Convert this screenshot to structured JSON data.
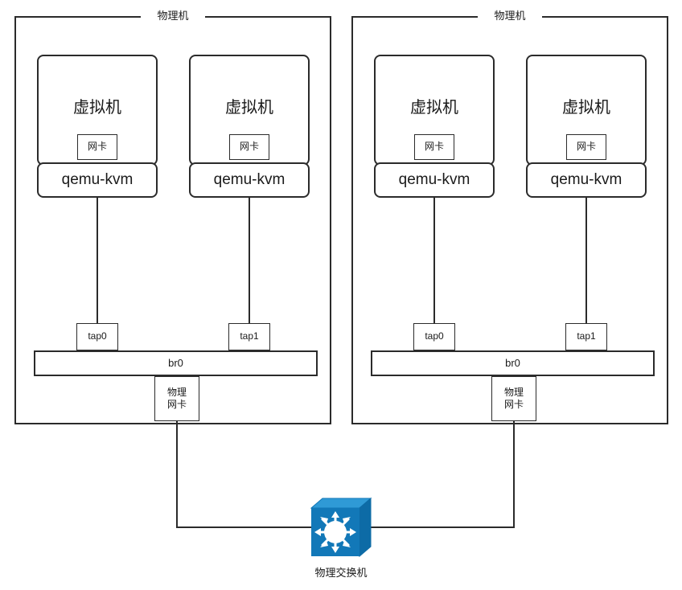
{
  "diagram": {
    "title_visible": false,
    "background": "#ffffff",
    "line_color": "#2b2b2b",
    "switch_color": "#1278b8"
  },
  "hosts": [
    {
      "id": "host-left",
      "label": "物理机",
      "vms": [
        {
          "id": "vm-left-1",
          "label": "虚拟机",
          "nic_label": "网卡",
          "hypervisor_label": "qemu-kvm",
          "tap_label": "tap0"
        },
        {
          "id": "vm-left-2",
          "label": "虚拟机",
          "nic_label": "网卡",
          "hypervisor_label": "qemu-kvm",
          "tap_label": "tap1"
        }
      ],
      "bridge_label": "br0",
      "phys_nic_label_line1": "物理",
      "phys_nic_label_line2": "网卡"
    },
    {
      "id": "host-right",
      "label": "物理机",
      "vms": [
        {
          "id": "vm-right-1",
          "label": "虚拟机",
          "nic_label": "网卡",
          "hypervisor_label": "qemu-kvm",
          "tap_label": "tap0"
        },
        {
          "id": "vm-right-2",
          "label": "虚拟机",
          "nic_label": "网卡",
          "hypervisor_label": "qemu-kvm",
          "tap_label": "tap1"
        }
      ],
      "bridge_label": "br0",
      "phys_nic_label_line1": "物理",
      "phys_nic_label_line2": "网卡"
    }
  ],
  "switch": {
    "icon": "network-switch-icon",
    "label": "物理交换机",
    "color": "#1278b8",
    "top_face_color": "#1f8ed0",
    "side_face_color": "#0d6ba6",
    "arrow_color": "#ffffff",
    "arrow_count": 8
  }
}
